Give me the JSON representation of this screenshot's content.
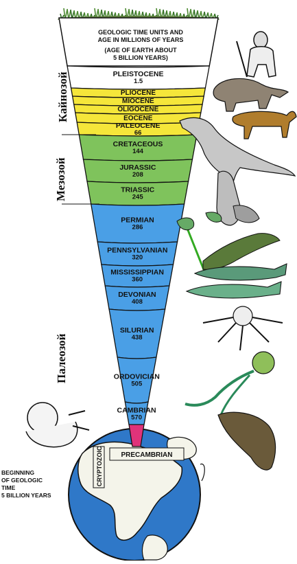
{
  "header": {
    "line1": "GEOLOGIC TIME UNITS AND",
    "line2": "AGE IN MILLIONS OF YEARS",
    "line3": "(AGE OF EARTH ABOUT",
    "line4": "5 BILLION YEARS)"
  },
  "eras": {
    "cenozoic": "Кайнозой",
    "mesozoic": "Мезозой",
    "paleozoic": "Палеозой"
  },
  "periods": [
    {
      "name": "PLEISTOCENE",
      "age": "1.5",
      "color": "#ffffff"
    },
    {
      "name": "PLIOCENE",
      "age": "",
      "color": "#f5e63a"
    },
    {
      "name": "MIOCENE",
      "age": "",
      "color": "#f5e63a"
    },
    {
      "name": "OLIGOCENE",
      "age": "",
      "color": "#f5e63a"
    },
    {
      "name": "EOCENE",
      "age": "",
      "color": "#f5e63a"
    },
    {
      "name": "PALEOCENE",
      "age": "66",
      "color": "#f5e63a"
    },
    {
      "name": "CRETACEOUS",
      "age": "144",
      "color": "#7fc35c"
    },
    {
      "name": "JURASSIC",
      "age": "208",
      "color": "#7fc35c"
    },
    {
      "name": "TRIASSIC",
      "age": "245",
      "color": "#7fc35c"
    },
    {
      "name": "PERMIAN",
      "age": "286",
      "color": "#4a9fe6"
    },
    {
      "name": "PENNSYLVANIAN",
      "age": "320",
      "color": "#4a9fe6"
    },
    {
      "name": "MISSISSIPPIAN",
      "age": "360",
      "color": "#4a9fe6"
    },
    {
      "name": "DEVONIAN",
      "age": "408",
      "color": "#4a9fe6"
    },
    {
      "name": "SILURIAN",
      "age": "438",
      "color": "#4a9fe6"
    },
    {
      "name": "ORDOVICIAN",
      "age": "505",
      "color": "#4a9fe6"
    },
    {
      "name": "CAMBRIAN",
      "age": "570",
      "color": "#4a9fe6"
    }
  ],
  "precambrian": {
    "label": "PRECAMBRIAN",
    "cryptozoic": "CRYPTOZOIC",
    "color": "#e0337a"
  },
  "beginning_note": {
    "line1": "BEGINNING",
    "line2": "OF GEOLOGIC",
    "line3": "TIME",
    "line4": "5 BILLION YEARS"
  },
  "colors": {
    "cenozoic": "#f5e63a",
    "mesozoic": "#7fc35c",
    "paleozoic": "#4a9fe6",
    "ocean": "#2f78c8",
    "land": "#f4f4ea"
  }
}
